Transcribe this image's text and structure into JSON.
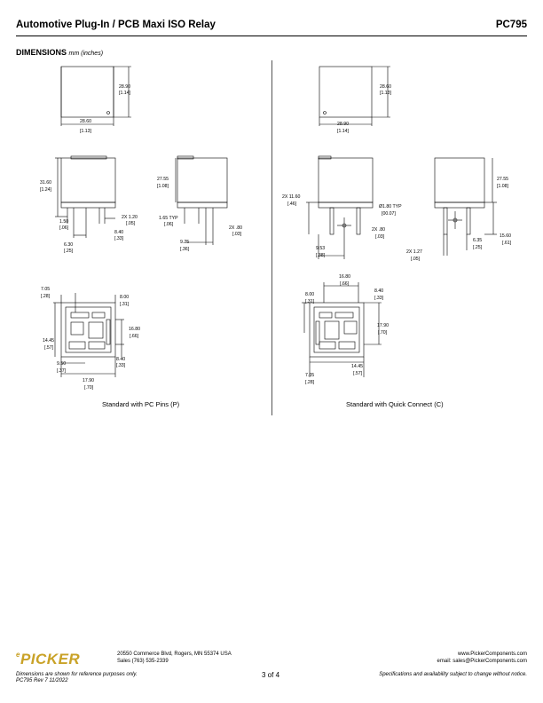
{
  "header": {
    "title": "Automotive Plug-In / PCB Maxi ISO Relay",
    "part": "PC795"
  },
  "section": {
    "title": "DIMENSIONS",
    "units": "mm (inches)"
  },
  "left": {
    "caption": "Standard with PC Pins (P)",
    "top_h": "28.90",
    "top_h_in": "[1.14]",
    "top_w": "28.60",
    "top_w_in": "[1.13]",
    "side_h": "31.60",
    "side_h_in": "[1.24]",
    "d1": "1.50",
    "d1_in": "[.06]",
    "d2": "2X 1.20",
    "d2_in": "[.05]",
    "d3": "8.40",
    "d3_in": "[.33]",
    "d4": "6.30",
    "d4_in": "[.25]",
    "s2_h": "27.55",
    "s2_h_in": "[1.08]",
    "s2_a": "1.65 TYP",
    "s2_a_in": "[.06]",
    "s2_b": "2X .80",
    "s2_b_in": "[.03]",
    "s2_c": "9.25",
    "s2_c_in": "[.36]",
    "b_a": "7.05",
    "b_a_in": "[.28]",
    "b_b": "8.00",
    "b_b_in": "[.31]",
    "b_c": "16.80",
    "b_c_in": "[.66]",
    "b_d": "14.45",
    "b_d_in": "[.57]",
    "b_e": "8.40",
    "b_e_in": "[.33]",
    "b_f": "9.50",
    "b_f_in": "[.37]",
    "b_g": "17.90",
    "b_g_in": "[.70]"
  },
  "right": {
    "caption": "Standard with Quick Connect (C)",
    "top_h": "28.60",
    "top_h_in": "[1.13]",
    "top_w": "28.90",
    "top_w_in": "[1.14]",
    "d1": "2X 11.60",
    "d1_in": "[.46]",
    "d2": "Ø1.80 TYP",
    "d2_in": "[00.07]",
    "d3": "2X .80",
    "d3_in": "[.03]",
    "d4": "9.53",
    "d4_in": "[.38]",
    "s2_h": "27.55",
    "s2_h_in": "[1.08]",
    "s2_a": "2X 1.27",
    "s2_a_in": "[.05]",
    "s2_b": "6.35",
    "s2_b_in": "[.25]",
    "s2_c": "15.60",
    "s2_c_in": "[.61]",
    "b_a": "16.80",
    "b_a_in": "[.66]",
    "b_b": "8.00",
    "b_b_in": "[.31]",
    "b_c": "8.40",
    "b_c_in": "[.33]",
    "b_d": "17.90",
    "b_d_in": "[.70]",
    "b_e": "14.45",
    "b_e_in": "[.57]",
    "b_f": "7.05",
    "b_f_in": "[.28]"
  },
  "footer": {
    "logo": "PICKER",
    "address": "20550 Commerce Blvd, Rogers, MN 55374 USA",
    "sales": "Sales (763) 535-2339",
    "page": "3 of 4",
    "web": "www.PickerComponents.com",
    "email": "email: sales@PickerComponents.com",
    "note_left": "Dimensions are shown for reference purposes only.",
    "rev": "PC795 Rev 7 11/2022",
    "note_right": "Specifications and availability subject to change without notice."
  }
}
